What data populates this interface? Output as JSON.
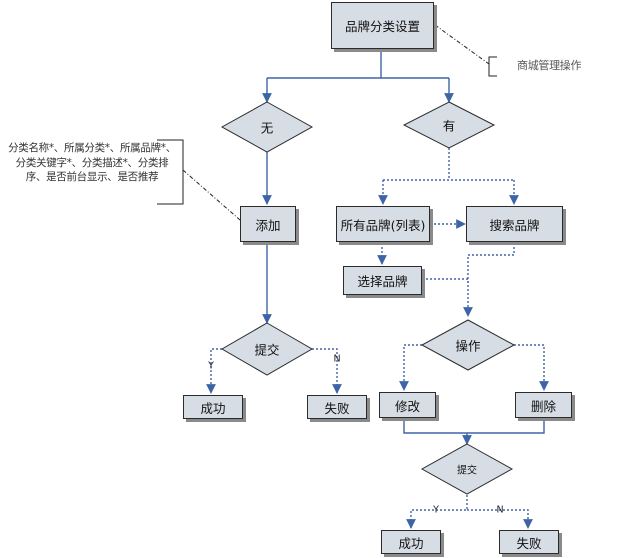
{
  "nodes": {
    "brand_setting": "品牌分类设置",
    "no": "无",
    "yes": "有",
    "add": "添加",
    "all_brands": "所有品牌(列表)",
    "search_brand": "搜索品牌",
    "select_brand": "选择品牌",
    "submit_left": "提交",
    "operation": "操作",
    "success_left": "成功",
    "fail_left": "失败",
    "modify": "修改",
    "delete": "删除",
    "submit_right": "提交",
    "success_right": "成功",
    "fail_right": "失败"
  },
  "edge_labels": {
    "y_left": "Y",
    "n_left": "N",
    "y_right": "Y",
    "n_right": "N"
  },
  "annotations": {
    "admin_note": "商城管理操作",
    "fields_note": "分类名称*、所属分类*、所属品牌*、分类关键字*、分类描述*、分类排序、是否前台显示、是否推荐"
  },
  "colors": {
    "box_fill": "#d6dde5",
    "arrow": "#3e64a8"
  }
}
